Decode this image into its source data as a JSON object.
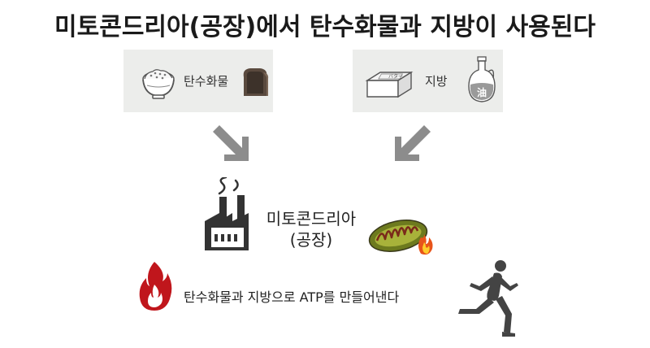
{
  "title": "미토콘드리아(공장)에서 탄수화물과 지방이 사용된다",
  "inputs": {
    "carbs": {
      "label": "탄수화물",
      "icons": [
        "rice-bowl-icon",
        "bread-icon"
      ]
    },
    "fat": {
      "label": "지방",
      "icons": [
        "butter-icon",
        "oil-bottle-icon"
      ],
      "butter_text": "バター",
      "oil_text": "油"
    }
  },
  "factory": {
    "line1": "미토콘드리아",
    "line2": "(공장)"
  },
  "bottom_text": "탄수화물과 지방으로 ATP를 만들어낸다",
  "colors": {
    "panel": "#ecedeb",
    "arrow": "#8c8c8c",
    "flame": "#c0161c",
    "dark": "#333333"
  }
}
